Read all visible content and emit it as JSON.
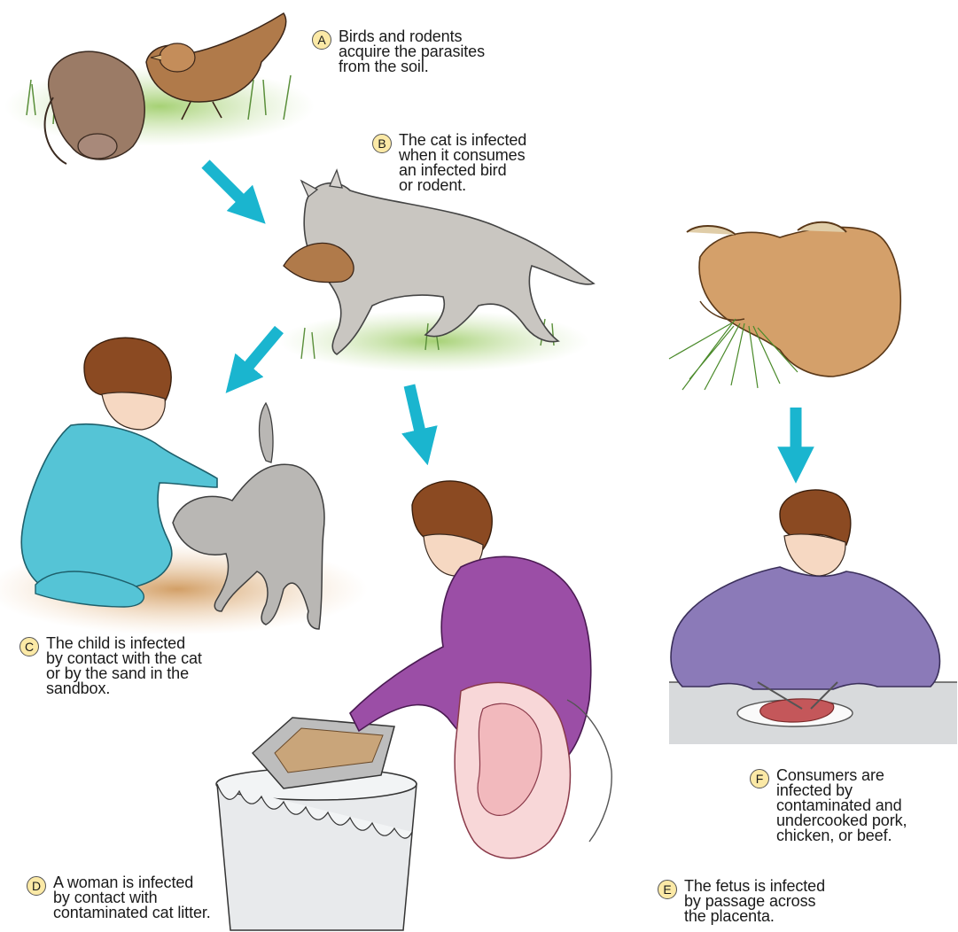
{
  "steps": [
    {
      "letter": "A",
      "text": "Birds and rodents\nacquire the parasites\nfrom the soil."
    },
    {
      "letter": "B",
      "text": "The cat is infected\nwhen it consumes\nan infected bird\nor rodent."
    },
    {
      "letter": "C",
      "text": "The child is infected\nby contact with the cat\nor by the sand in the\nsandbox."
    },
    {
      "letter": "D",
      "text": "A woman is infected\nby contact with\ncontaminated cat litter."
    },
    {
      "letter": "E",
      "text": "The fetus is infected\nby passage across\nthe placenta."
    },
    {
      "letter": "F",
      "text": "Consumers are\ninfected by\ncontaminated and\nundercooked pork,\nchicken, or beef."
    }
  ],
  "colors": {
    "arrow": "#1ab5cf",
    "badge": "#fbe9a6",
    "grass": "#8bc34a",
    "sand": "#d9a874",
    "cat": "#c9c6c1",
    "shirt_blue": "#55c4d6",
    "shirt_purple": "#9b4ea6",
    "sweater_violet": "#8b7ab8",
    "cow": "#d4a06a",
    "bird": "#b07a4a"
  }
}
